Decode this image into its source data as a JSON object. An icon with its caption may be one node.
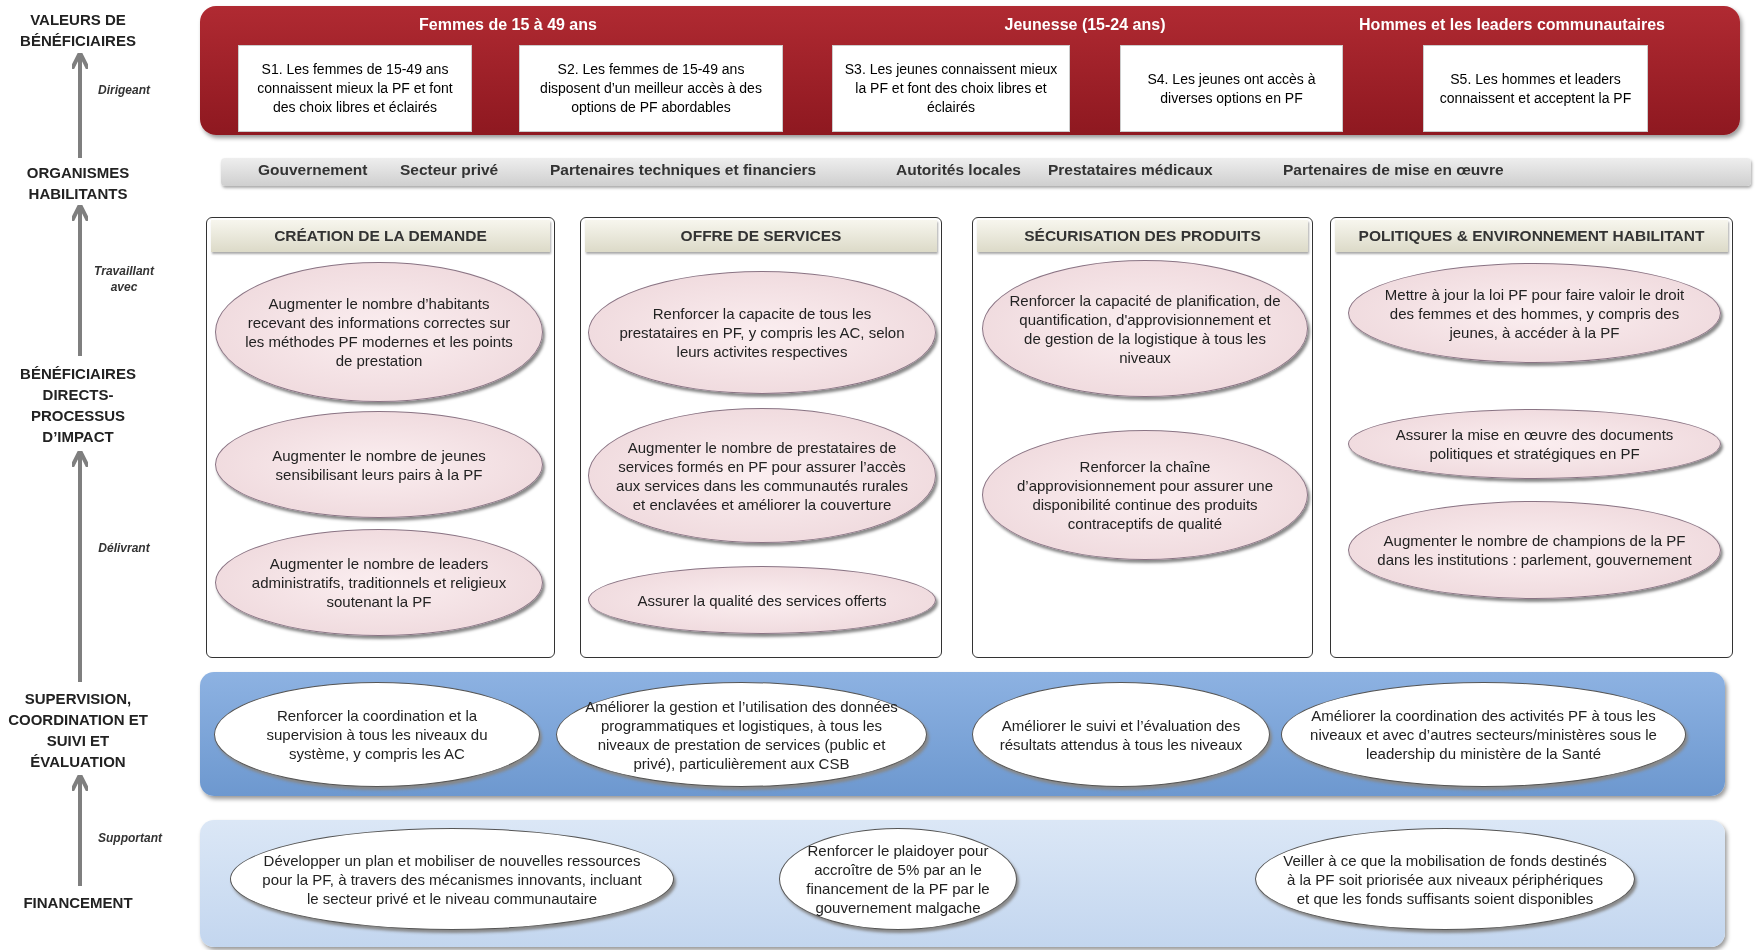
{
  "diagram": {
    "nodes": [
      {
        "text": [
          "VALEURS DE BÉNÉFICIAIRES"
        ]
      },
      {
        "text": [
          "ORGANISMES HABILITANTS"
        ]
      },
      {
        "text": [
          "BÉNÉFICIAIRES DIRECTS-PROCESSUS D’IMPACT"
        ]
      },
      {
        "text": [
          "SUPERVISION, COORDINATION ET SUIVI ET ÉVALUATION"
        ]
      },
      {
        "text": [
          "FINANCEMENT"
        ]
      },
      {
        "text": [
          "Femmes de 15 à 49 ans",
          "Jeunesse (15-24 ans)",
          "Hommes et les leaders communautaires"
        ]
      },
      {
        "text": [
          "S1. Les femmes de 15-49 ans connaissent mieux la PF et font des choix libres et éclairés"
        ],
        "in": 5
      },
      {
        "text": [
          "S2. Les femmes de 15-49 ans disposent d’un meilleur accès à des options de PF abordables"
        ],
        "in": 5
      },
      {
        "text": [
          "S3. Les jeunes connaissent mieux la PF et font des choix libres et éclairés"
        ],
        "in": 5
      },
      {
        "text": [
          "S4. Les jeunes ont accès à diverses options en PF"
        ],
        "in": 5
      },
      {
        "text": [
          "S5. Les hommes et leaders connaissent et acceptent la PF"
        ],
        "in": 5
      },
      {
        "text": [
          "Gouvernement",
          "Secteur privé",
          "Partenaires techniques et financiers",
          "Autorités locales",
          "Prestataires médicaux",
          "Partenaires de mise en œuvre"
        ]
      },
      {
        "text": [
          "CRÉATION DE LA DEMANDE"
        ]
      },
      {
        "text": [
          "Augmenter le nombre d’habitants recevant des informations correctes sur les méthodes PF modernes et les points de prestation"
        ],
        "in": 12
      },
      {
        "text": [
          "Augmenter le nombre de jeunes sensibilisant leurs pairs à la PF"
        ],
        "in": 12
      },
      {
        "text": [
          "Augmenter le nombre de leaders administratifs, traditionnels et religieux soutenant la PF"
        ],
        "in": 12
      },
      {
        "text": [
          "OFFRE DE SERVICES"
        ]
      },
      {
        "text": [
          "Renforcer la capacite de tous les prestataires en PF, y compris les AC, selon leurs activites respectives"
        ],
        "in": 16
      },
      {
        "text": [
          "Augmenter le nombre de prestataires de services formés en PF pour assurer l’accès aux services dans les communautés rurales et enclavées et améliorer la couverture"
        ],
        "in": 16
      },
      {
        "text": [
          "Assurer la qualité des services offerts"
        ],
        "in": 16
      },
      {
        "text": [
          "SÉCURISATION DES PRODUITS"
        ]
      },
      {
        "text": [
          "Renforcer la capacité de planification, de quantification, d'approvisionnement et de gestion de la logistique à tous les niveaux"
        ],
        "in": 20
      },
      {
        "text": [
          "Renforcer la chaîne d’approvisionnement pour assurer une disponibilité continue des produits contraceptifs de qualité"
        ],
        "in": 20
      },
      {
        "text": [
          "POLITIQUES & ENVIRONNEMENT HABILITANT"
        ]
      },
      {
        "text": [
          "Mettre à jour la loi PF pour faire valoir le droit des femmes et des hommes, y compris des jeunes, à accéder à la PF"
        ],
        "in": 23
      },
      {
        "text": [
          "Assurer la mise en œuvre des documents politiques et stratégiques en PF"
        ],
        "in": 23
      },
      {
        "text": [
          "Augmenter le nombre de champions de la PF dans les institutions : parlement, gouvernement"
        ],
        "in": 23
      },
      {
        "text": [],
        "shape": "box"
      },
      {
        "text": [
          "Renforcer la coordination et la supervision à tous les niveaux du système, y compris les AC"
        ],
        "in": 27
      },
      {
        "text": [
          "Améliorer la gestion et l’utilisation des données programmatiques et logistiques, à tous les niveaux de prestation de services (public et privé), particulièrement aux CSB"
        ],
        "in": 27
      },
      {
        "text": [
          "Améliorer le suivi et l’évaluation des résultats attendus à tous les niveaux"
        ],
        "in": 27
      },
      {
        "text": [
          "Améliorer la coordination des activités PF à tous les niveaux et avec d’autres secteurs/ministères sous le leadership du ministère de la Santé"
        ],
        "in": 27
      },
      {
        "text": [],
        "shape": "box"
      },
      {
        "text": [
          "Développer un plan et mobiliser de nouvelles ressources pour la PF, à travers des mécanismes innovants, incluant le secteur privé et le niveau communautaire"
        ],
        "in": 32
      },
      {
        "text": [
          "Renforcer le plaidoyer pour accroître de 5% par an le financement de la PF par le gouvernement malgache"
        ],
        "in": 32
      },
      {
        "text": [
          "Veiller à ce que la mobilisation de fonds destinés à la PF soit priorisée aux niveaux périphériques et que les fonds suffisants soient disponibles"
        ],
        "in": 32
      }
    ],
    "edges": [
      {
        "from": 1,
        "to": 0,
        "arrow": "to",
        "label": "Dirigeant"
      },
      {
        "from": 2,
        "to": 1,
        "arrow": "to",
        "label": "Travaillant avec"
      },
      {
        "from": 3,
        "to": 2,
        "arrow": "to",
        "label": "Délivrant"
      },
      {
        "from": 4,
        "to": 3,
        "arrow": "to",
        "label": "Supportant"
      }
    ]
  }
}
